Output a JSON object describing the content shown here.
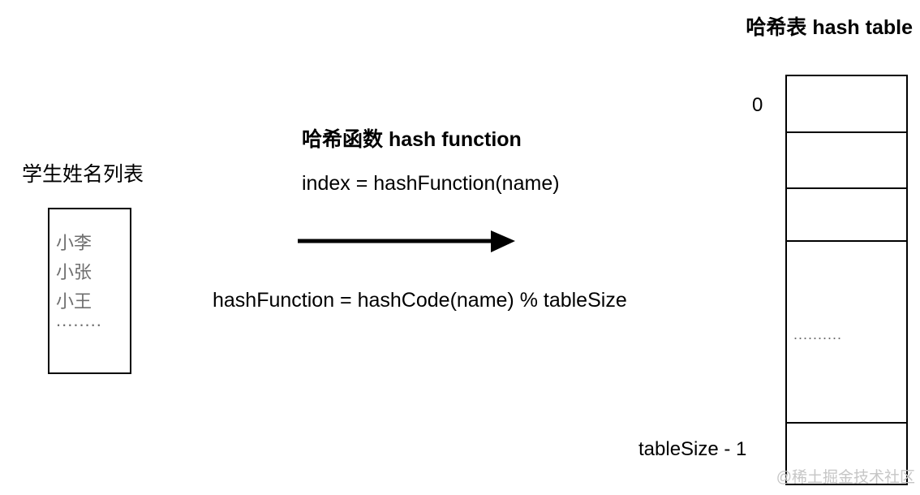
{
  "hash_table": {
    "title": "哈希表 hash table",
    "first_index": "0",
    "last_index": "tableSize - 1",
    "ellipsis": ".........."
  },
  "hash_function": {
    "title": "哈希函数 hash function",
    "index_formula": "index = hashFunction(name)",
    "definition": "hashFunction = hashCode(name) % tableSize"
  },
  "student_list": {
    "title": "学生姓名列表",
    "items": [
      "小李",
      "小张",
      "小王",
      "........"
    ]
  },
  "watermark": "@稀土掘金技术社区"
}
